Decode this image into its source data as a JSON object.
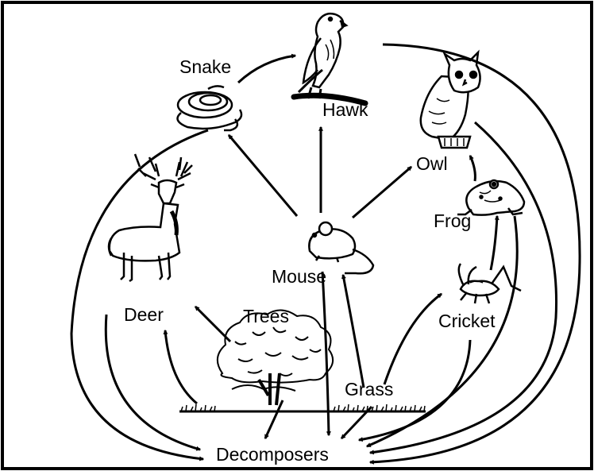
{
  "diagram": {
    "labels": {
      "snake": "Snake",
      "hawk": "Hawk",
      "owl": "Owl",
      "frog": "Frog",
      "mouse": "Mouse",
      "deer": "Deer",
      "trees": "Trees",
      "cricket": "Cricket",
      "grass": "Grass",
      "decomposers": "Decomposers"
    }
  }
}
